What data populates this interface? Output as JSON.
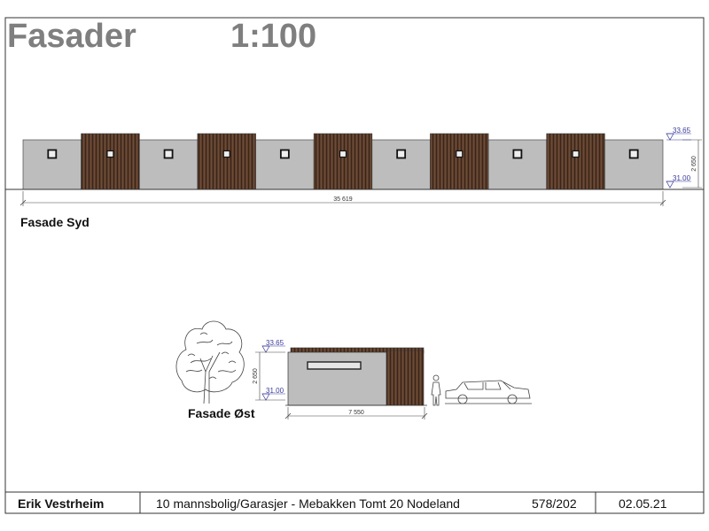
{
  "sheet": {
    "title": "Fasader",
    "scale": "1:100"
  },
  "facade_south": {
    "label": "Fasade Syd",
    "length_dimension": "35 619",
    "height_dimension": "2 650",
    "level_top": "33.65",
    "level_bottom": "31.00",
    "modules": [
      "plaster",
      "wood",
      "plaster",
      "wood",
      "plaster",
      "wood",
      "plaster",
      "wood",
      "plaster",
      "wood",
      "plaster"
    ]
  },
  "facade_east": {
    "label": "Fasade Øst",
    "length_dimension": "7 550",
    "height_dimension": "2 650",
    "level_top": "33.65",
    "level_bottom": "31.00"
  },
  "title_block": {
    "author": "Erik Vestrheim",
    "project": "10 mannsbolig/Garasjer - Mebakken Tomt 20  Nodeland",
    "gnr_bnr": "578/202",
    "date": "02.05.21"
  },
  "colors": {
    "plaster": "#bdbdbd",
    "wood": "#5a3d2b",
    "frame": "#333333",
    "heading_gray": "#7f7f7f",
    "dimension_blue": "#3a3a9a"
  }
}
